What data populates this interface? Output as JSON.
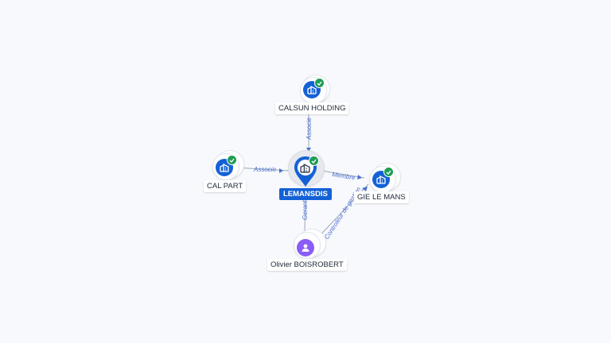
{
  "nodes": {
    "calsun": {
      "label": "CALSUN HOLDING",
      "type": "company",
      "icon": "building-icon",
      "verified": true
    },
    "calpart": {
      "label": "CAL PART",
      "type": "company",
      "icon": "building-icon",
      "verified": true
    },
    "lemansdis": {
      "label": "LEMANSDIS",
      "type": "company",
      "icon": "building-icon",
      "verified": true,
      "focus": true
    },
    "gie": {
      "label": "GIE LE MANS",
      "type": "company",
      "icon": "building-icon",
      "verified": true
    },
    "olivier": {
      "label": "Olivier BOISROBERT",
      "type": "person",
      "icon": "person-icon",
      "verified": false
    }
  },
  "edges": {
    "calsun_lemansdis": {
      "label": "Associe"
    },
    "calpart_lemansdis": {
      "label": "Associe"
    },
    "lemansdis_gie": {
      "label": "Membre"
    },
    "olivier_lemansdis": {
      "label": "Gerant"
    },
    "olivier_gie": {
      "label": "Controleur de gestion"
    }
  },
  "colors": {
    "company": "#1461d6",
    "person": "#8b5cf6",
    "verified": "#1f9d55",
    "edge_line": "#8fa0b8",
    "edge_text": "#4a6fd0"
  }
}
